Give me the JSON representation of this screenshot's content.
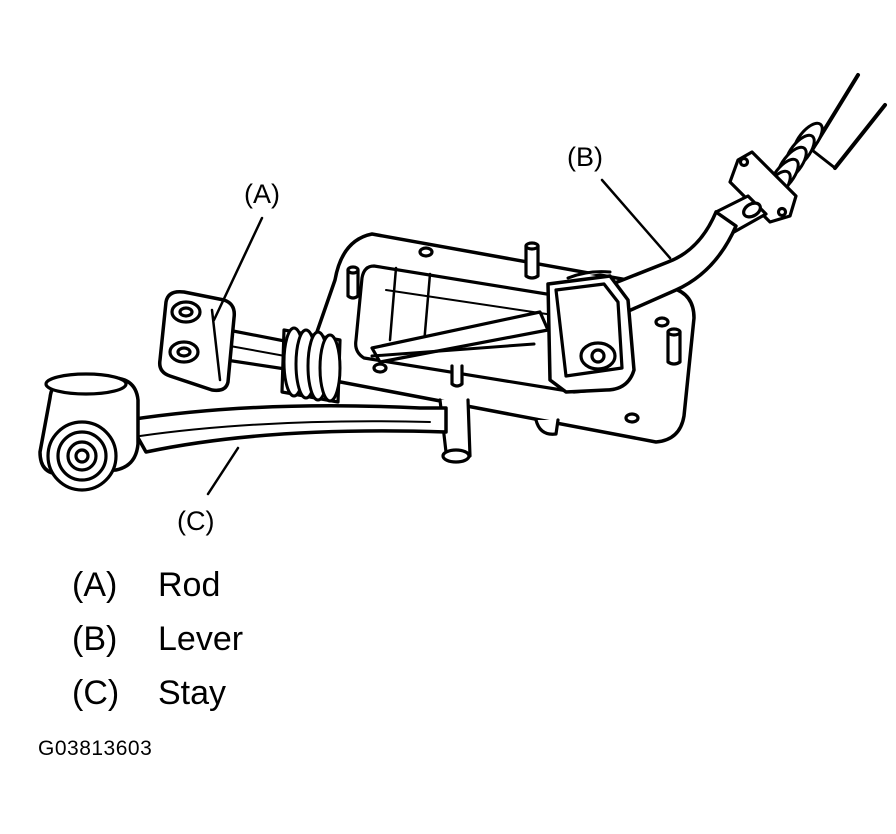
{
  "callouts": {
    "a": "(A)",
    "b": "(B)",
    "c": "(C)"
  },
  "legend": [
    {
      "key": "(A)",
      "label": "Rod"
    },
    {
      "key": "(B)",
      "label": "Lever"
    },
    {
      "key": "(C)",
      "label": "Stay"
    }
  ],
  "figure_id": "G03813603",
  "colors": {
    "ink": "#000000",
    "paper": "#ffffff"
  }
}
